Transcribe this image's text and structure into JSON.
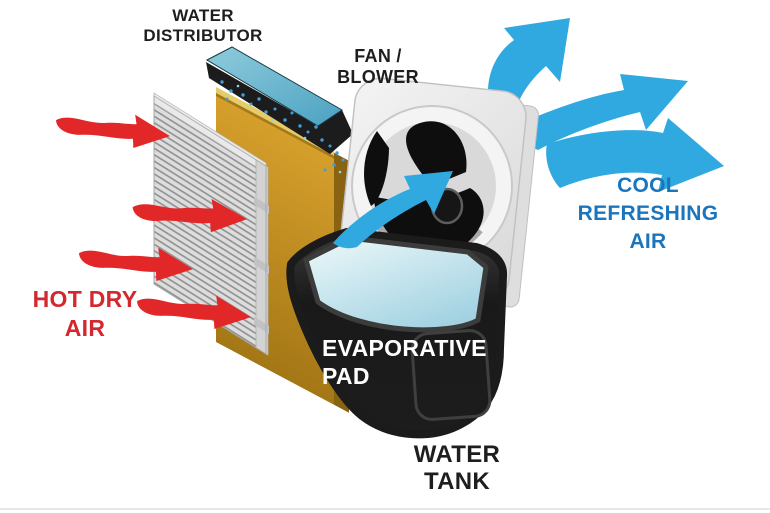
{
  "diagram": {
    "type": "evaporative-cooler-cutaway",
    "background": "#ffffff"
  },
  "labels": {
    "water_distributor": "WATER\nDISTRIBUTOR",
    "fan_blower": "FAN /\nBLOWER",
    "hot_dry_air": "HOT DRY\nAIR",
    "cool_refreshing_air": "COOL\nREFRESHING\nAIR",
    "evaporative_pad": "EVAPORATIVE\nPAD",
    "water_tank": "WATER\nTANK"
  },
  "arrows": {
    "hot_air": {
      "count": 4,
      "color": "#e12727",
      "direction": "right-into-grille"
    },
    "cool_air": {
      "count": 3,
      "color": "#2fa9e0",
      "direction": "up-and-right-out"
    },
    "internal_flow": {
      "count": 1,
      "color": "#2fa9e0",
      "direction": "pad-to-fan"
    }
  },
  "colors": {
    "hot_air_text": "#d2282e",
    "cool_air_text": "#1b75bc",
    "label_dark": "#1e1e1e",
    "pad_gold": "#c08a20",
    "distributor_teal": "#66b7cd",
    "grille_gray": "#dcdcdc",
    "fan_housing": "#ededed",
    "fan_blades": "#0e0e0e",
    "tank_body": "#1b1b1b",
    "water_surface": "#bfe0ea"
  }
}
